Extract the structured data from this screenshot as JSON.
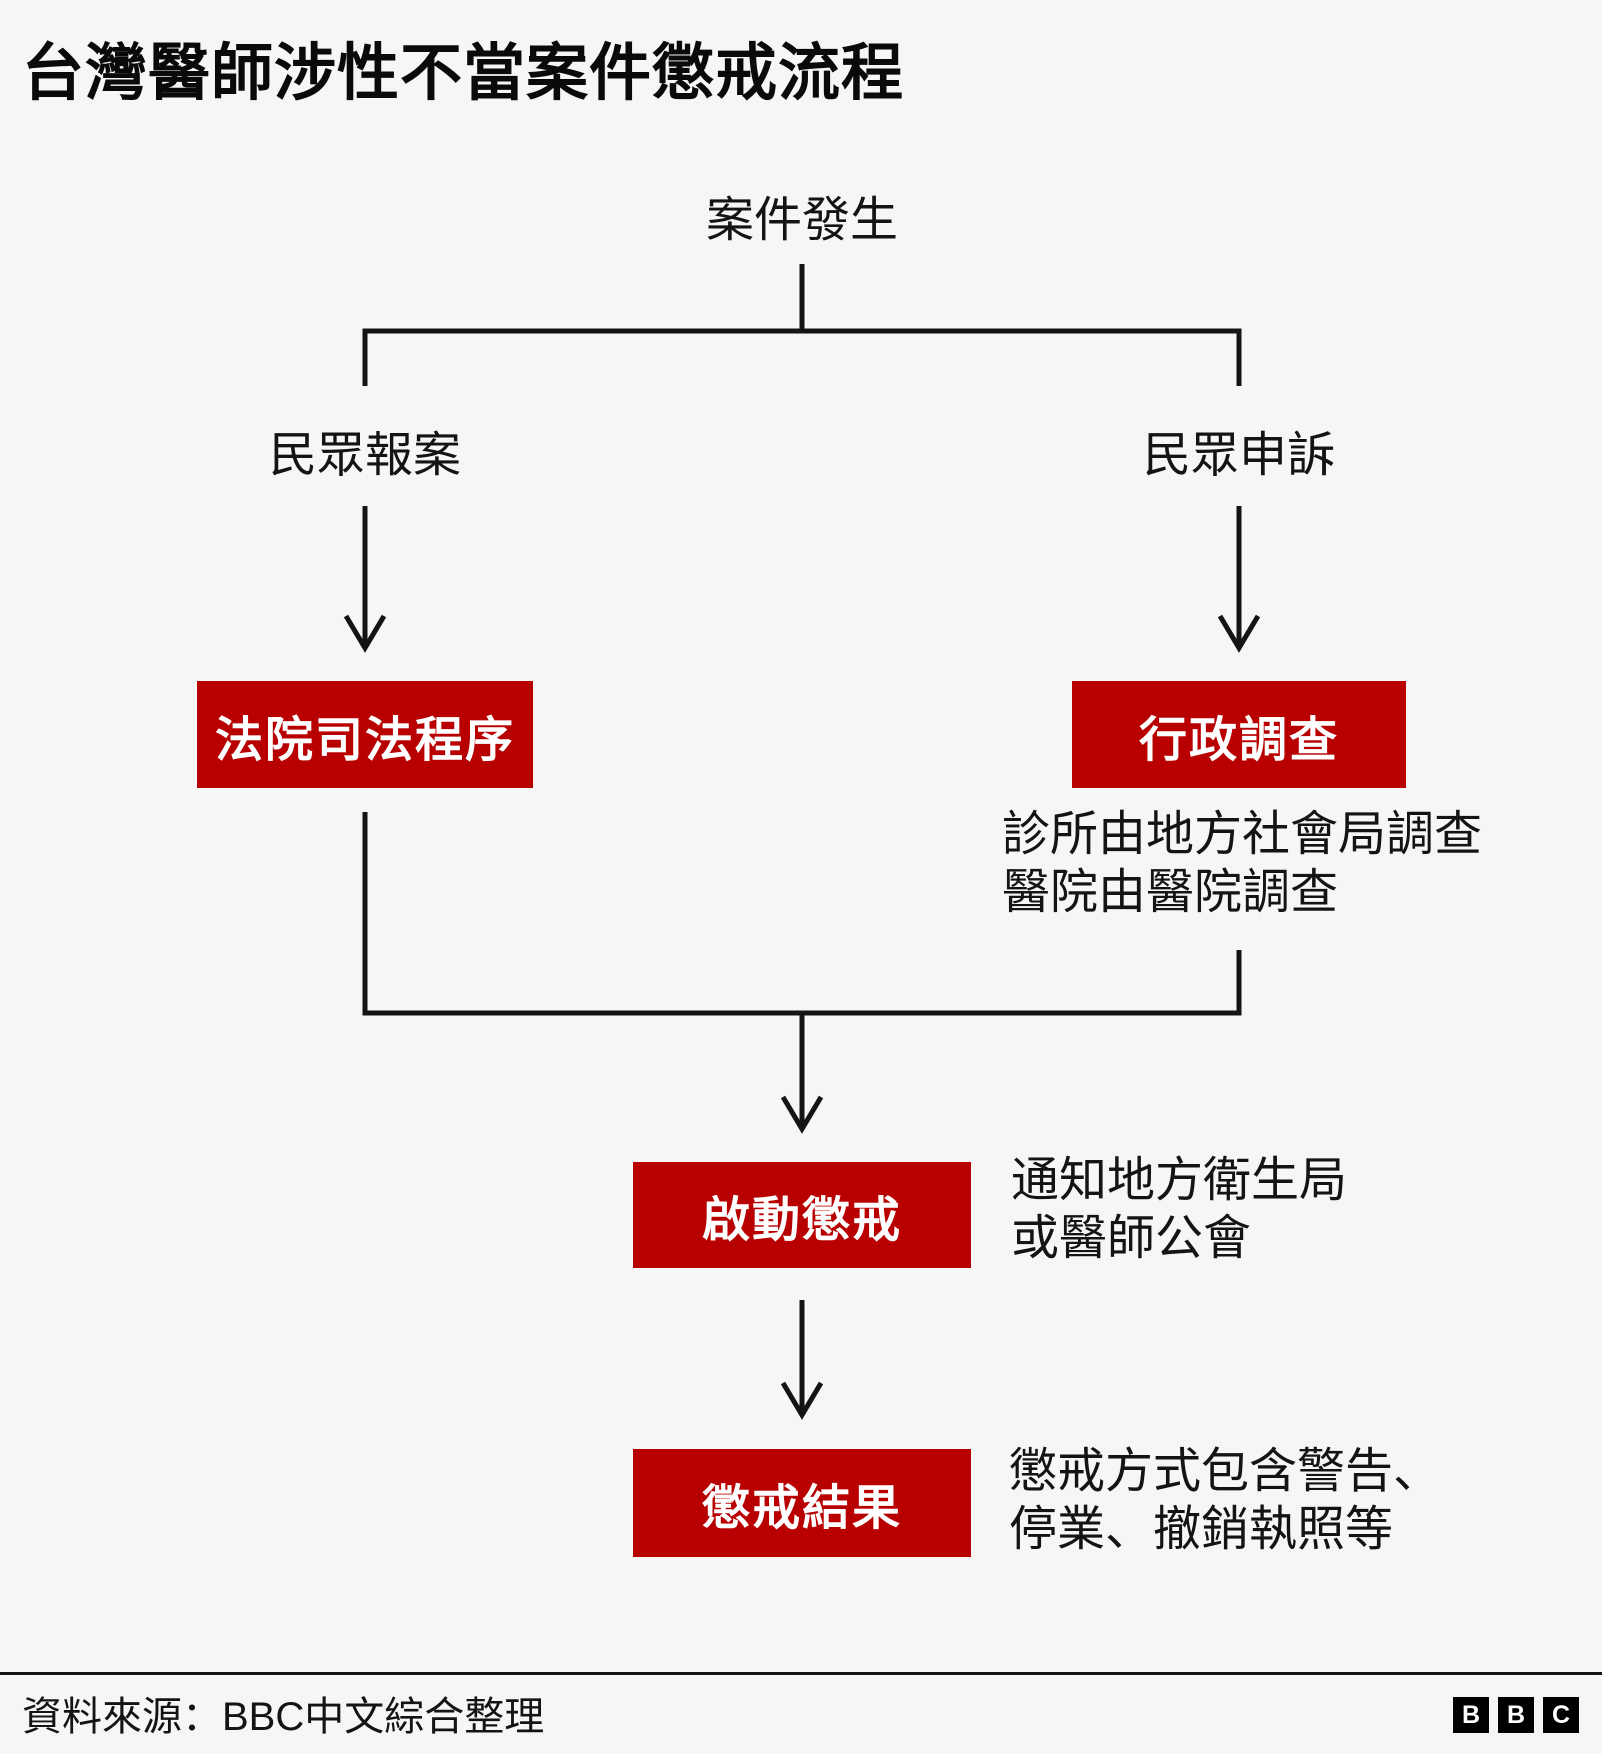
{
  "title": "台灣醫師涉性不當案件懲戒流程",
  "flow": {
    "start": "案件發生",
    "branch_left_label": "民眾報案",
    "branch_right_label": "民眾申訴",
    "box_court": "法院司法程序",
    "box_admin": "行政調查",
    "admin_note_line1": "診所由地方社會局調查",
    "admin_note_line2": "醫院由醫院調查",
    "box_initiate": "啟動懲戒",
    "initiate_note_line1": "通知地方衛生局",
    "initiate_note_line2": "或醫師公會",
    "box_result": "懲戒結果",
    "result_note_line1": "懲戒方式包含警告、",
    "result_note_line2": "停業、撤銷執照等"
  },
  "footer": {
    "source": "資料來源：BBC中文綜合整理",
    "logo_letters": [
      "B",
      "B",
      "C"
    ]
  },
  "colors": {
    "accent_red": "#b80000",
    "background": "#f6f6f5",
    "line": "#141414",
    "logo_black": "#000000"
  }
}
